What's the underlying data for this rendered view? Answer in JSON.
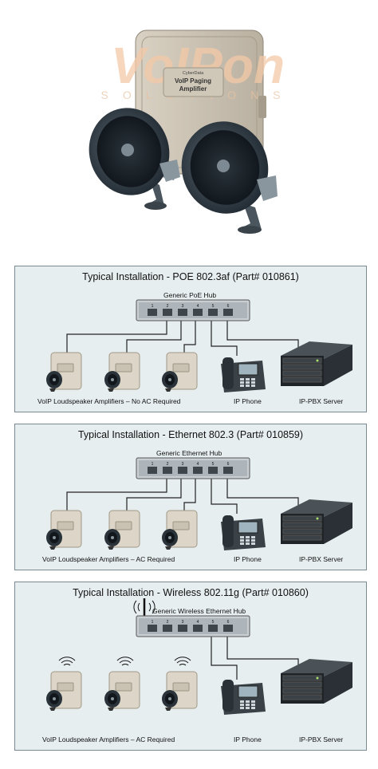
{
  "hero": {
    "watermark_brand": "VoIPon",
    "watermark_tagline": "SOLUTIONS",
    "box_brand": "CyberData",
    "box_label_line1": "VoIP Paging",
    "box_label_line2": "Amplifier"
  },
  "panels": [
    {
      "title": "Typical Installation - POE 802.3af (Part# 010861)",
      "hub_label": "Generic PoE Hub",
      "port_numbers": [
        "1",
        "2",
        "3",
        "4",
        "5",
        "6"
      ],
      "amplifier_caption": "VoIP Loudspeaker Amplifiers – No AC Required",
      "phone_caption": "IP Phone",
      "server_caption": "IP-PBX Server"
    },
    {
      "title": "Typical Installation - Ethernet 802.3 (Part# 010859)",
      "hub_label": "Generic Ethernet Hub",
      "port_numbers": [
        "1",
        "2",
        "3",
        "4",
        "5",
        "6"
      ],
      "amplifier_caption": "VoIP Loudspeaker Amplifiers – AC Required",
      "phone_caption": "IP Phone",
      "server_caption": "IP-PBX Server"
    },
    {
      "title": "Typical Installation - Wireless 802.11g (Part# 010860)",
      "hub_label": "Generic Wireless Ethernet Hub",
      "port_numbers": [
        "1",
        "2",
        "3",
        "4",
        "5",
        "6"
      ],
      "amplifier_caption": "VoIP Loudspeaker Amplifiers – AC Required",
      "phone_caption": "IP Phone",
      "server_caption": "IP-PBX Server"
    }
  ]
}
